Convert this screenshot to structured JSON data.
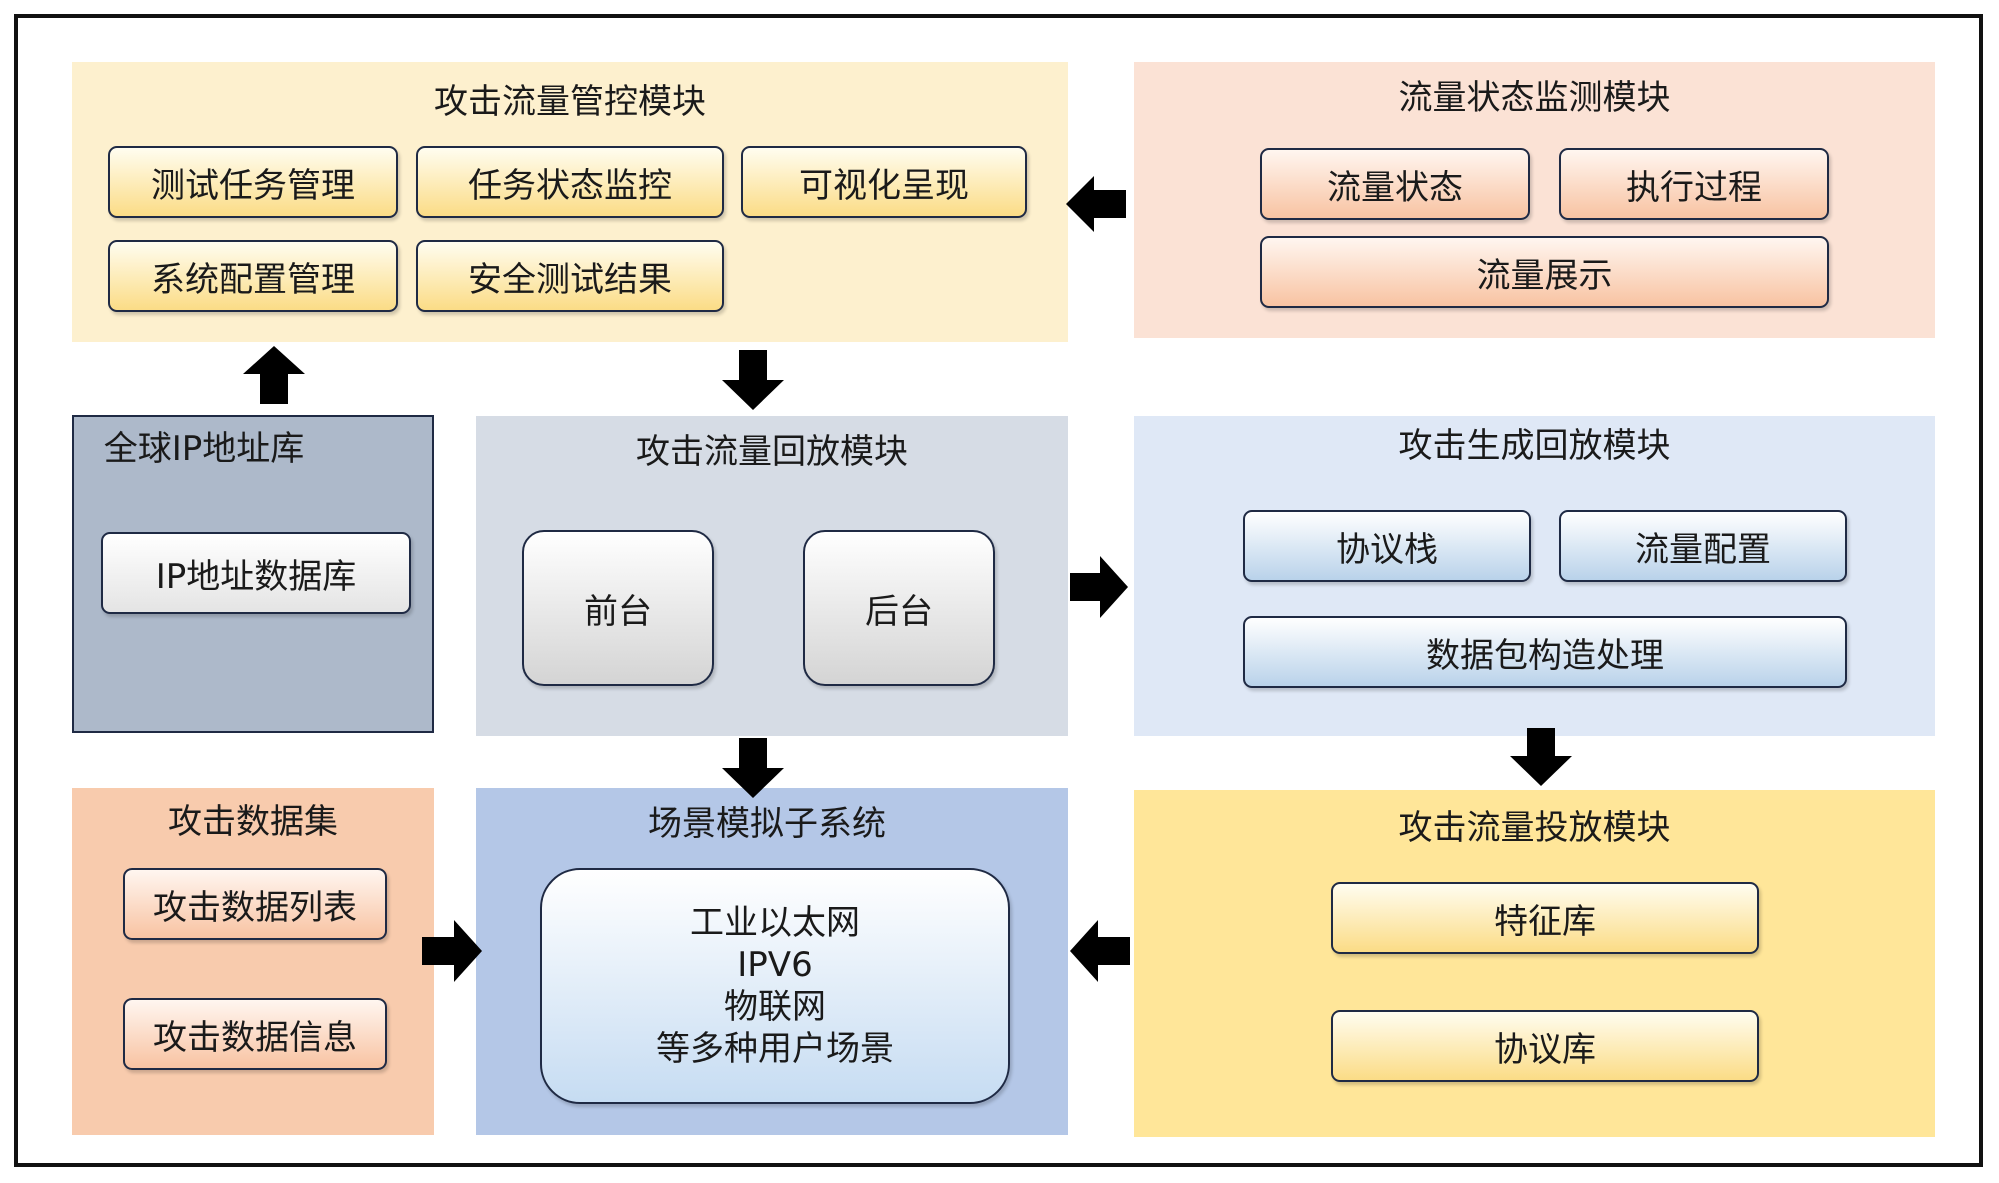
{
  "modules": {
    "traffic_control": {
      "title": "攻击流量管控模块",
      "items": [
        "测试任务管理",
        "任务状态监控",
        "可视化呈现",
        "系统配置管理",
        "安全测试结果"
      ]
    },
    "traffic_monitor": {
      "title": "流量状态监测模块",
      "items": [
        "流量状态",
        "执行过程",
        "流量展示"
      ]
    },
    "ip_library": {
      "title": "全球IP地址库",
      "items": [
        "IP地址数据库"
      ]
    },
    "traffic_replay": {
      "title": "攻击流量回放模块",
      "items": [
        "前台",
        "后台"
      ]
    },
    "attack_generation": {
      "title": "攻击生成回放模块",
      "items": [
        "协议栈",
        "流量配置",
        "数据包构造处理"
      ]
    },
    "attack_dataset": {
      "title": "攻击数据集",
      "items": [
        "攻击数据列表",
        "攻击数据信息"
      ]
    },
    "scene_simulation": {
      "title": "场景模拟子系统",
      "lines": [
        "工业以太网",
        "IPV6",
        "物联网",
        "等多种用户场景"
      ]
    },
    "traffic_delivery": {
      "title": "攻击流量投放模块",
      "items": [
        "特征库",
        "协议库"
      ]
    }
  },
  "colors": {
    "panel_control": "#fdf0ce",
    "panel_monitor": "#fbe2d5",
    "panel_ip": "#adb9ca",
    "panel_replay": "#d6dce5",
    "panel_generation": "#dfe8f6",
    "panel_dataset": "#f8cbad",
    "panel_scene": "#b4c7e7",
    "panel_delivery": "#ffe699",
    "arrow": "#000000"
  }
}
